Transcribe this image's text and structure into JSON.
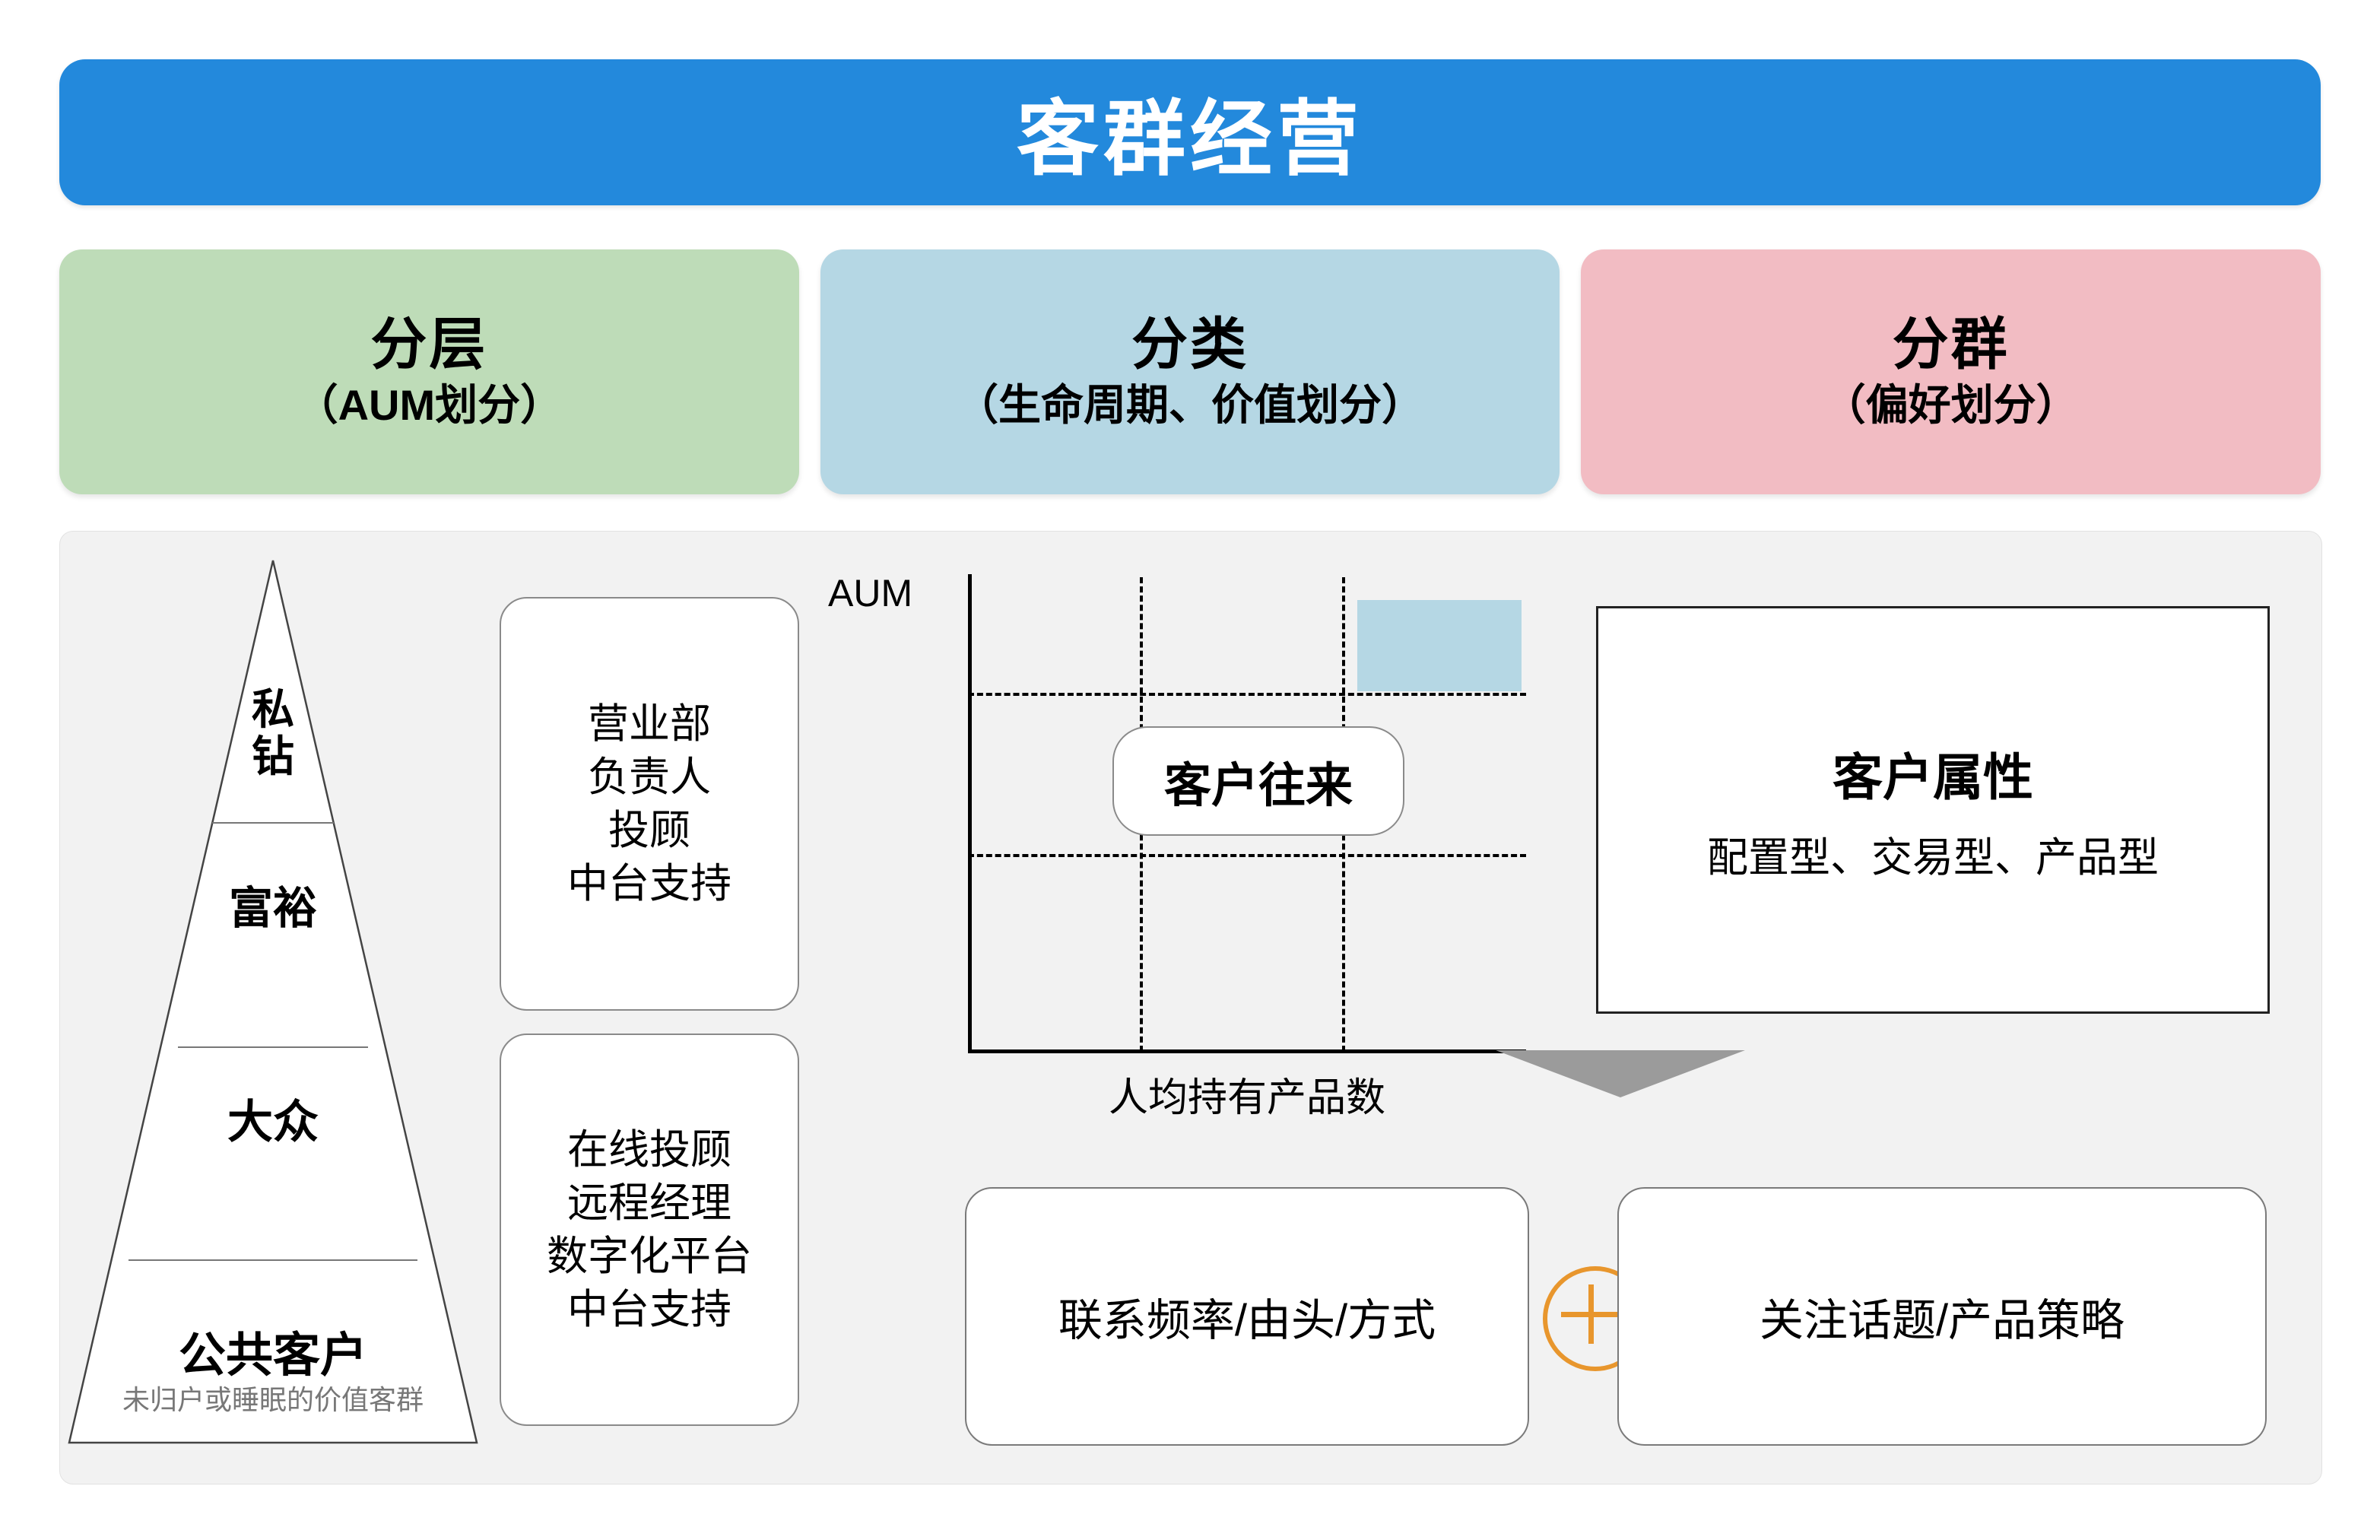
{
  "banner": {
    "title": "客群经营"
  },
  "categories": [
    {
      "name": "分层",
      "subtitle": "（AUM划分）",
      "color": "#bedcb8"
    },
    {
      "name": "分类",
      "subtitle": "（生命周期、价值划分）",
      "color": "#b5d7e4"
    },
    {
      "name": "分群",
      "subtitle": "（偏好划分）",
      "color": "#f2bcc3"
    }
  ],
  "pyramid": {
    "tiers": [
      {
        "label": "私\n钻"
      },
      {
        "label": "富裕"
      },
      {
        "label": "大众"
      },
      {
        "label": "公共客户",
        "sublabel": "未归户或睡眠的价值客群"
      }
    ]
  },
  "service_boxes": [
    {
      "lines": [
        "营业部",
        "负责人",
        "投顾",
        "中台支持"
      ]
    },
    {
      "lines": [
        "在线投顾",
        "远程经理",
        "数字化平台",
        "中台支持"
      ]
    }
  ],
  "chart_data": {
    "type": "scatter",
    "title": "",
    "xlabel": "人均持有产品数",
    "ylabel": "AUM",
    "grid": true,
    "grid_v_count": 2,
    "grid_h_count": 2,
    "annotations": [
      {
        "text": "客户往来",
        "kind": "chip"
      },
      {
        "text": "",
        "kind": "highlight-region",
        "quadrant": "top-right",
        "color": "#b5d7e4"
      }
    ],
    "legend": "none"
  },
  "attribute_box": {
    "title": "客户属性",
    "subtitle": "配置型、交易型、产品型"
  },
  "bottom": {
    "left_label": "联系频率/由头/方式",
    "right_label": "关注话题/产品策略",
    "connector": "plus-icon",
    "connector_color": "#e8962d"
  },
  "arrow": {
    "direction": "down",
    "color": "#9b9b9b"
  }
}
